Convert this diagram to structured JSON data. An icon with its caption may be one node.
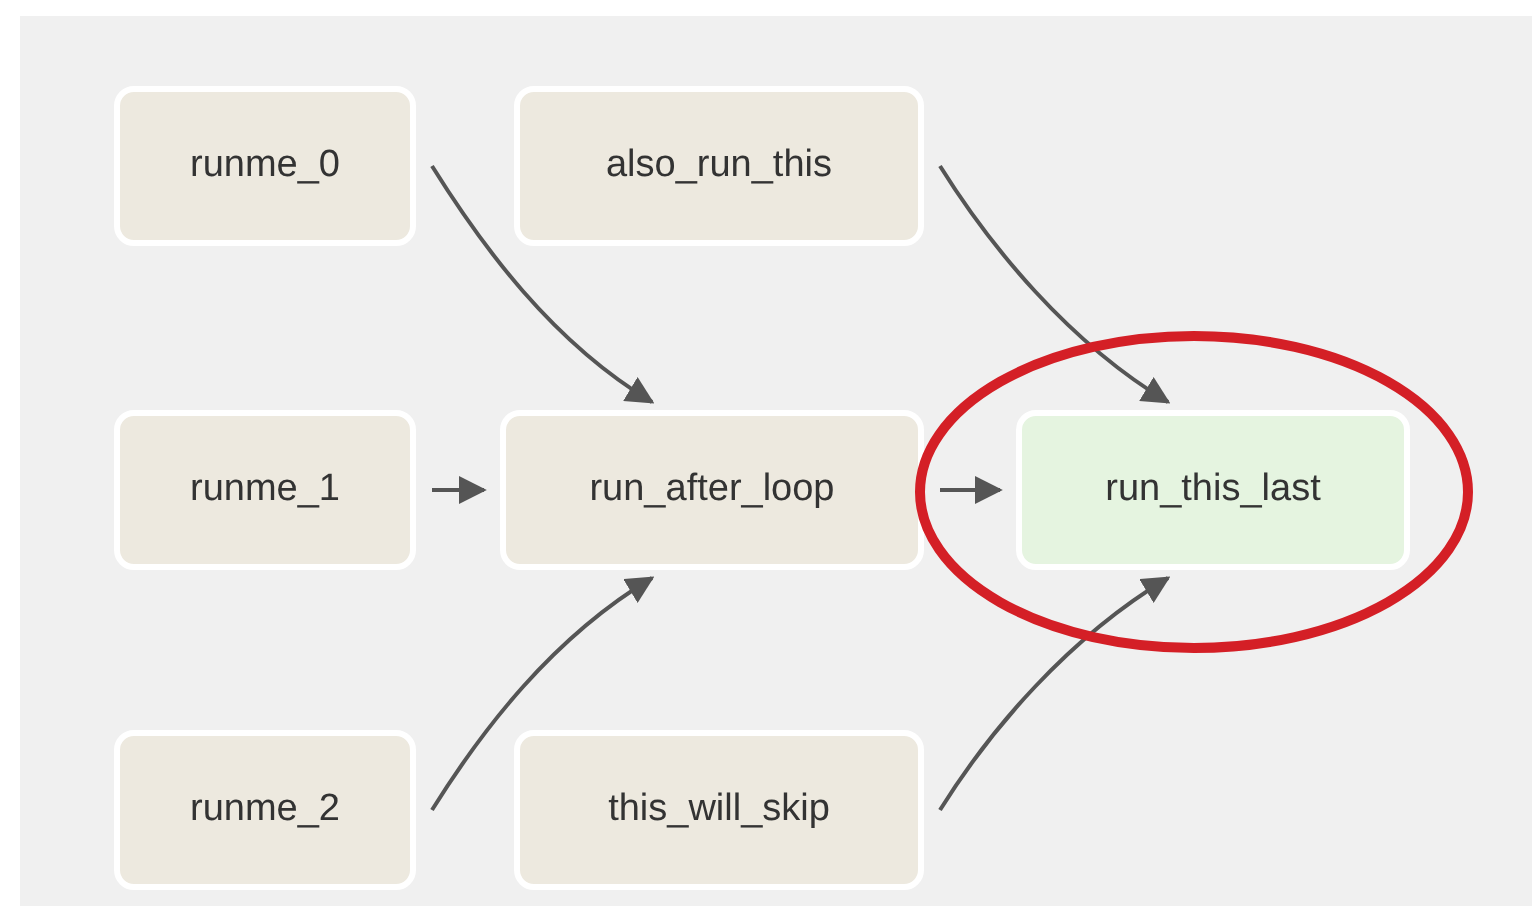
{
  "diagram": {
    "nodes": [
      {
        "text": [
          "runme_0"
        ]
      },
      {
        "text": [
          "also_run_this"
        ]
      },
      {
        "text": [
          "runme_1"
        ]
      },
      {
        "text": [
          "run_after_loop"
        ]
      },
      {
        "text": [
          "run_this_last"
        ]
      },
      {
        "text": [
          "runme_2"
        ]
      },
      {
        "text": [
          "this_will_skip"
        ]
      }
    ],
    "edges": [
      {
        "from": 0,
        "to": 3,
        "arrow": "to"
      },
      {
        "from": 1,
        "to": 4,
        "arrow": "to"
      },
      {
        "from": 2,
        "to": 3,
        "arrow": "to"
      },
      {
        "from": 3,
        "to": 4,
        "arrow": "to"
      },
      {
        "from": 5,
        "to": 3,
        "arrow": "to"
      },
      {
        "from": 6,
        "to": 4,
        "arrow": "to"
      }
    ]
  }
}
